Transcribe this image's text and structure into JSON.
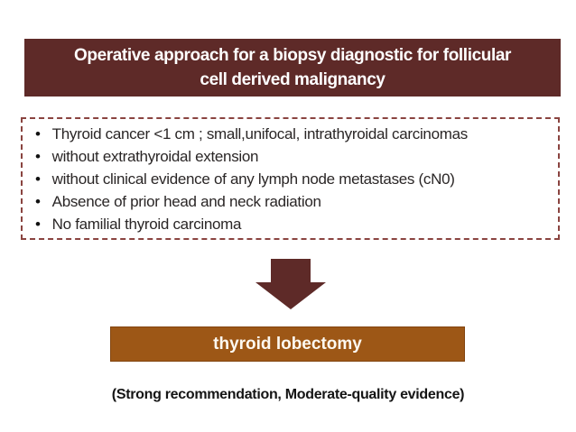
{
  "colors": {
    "background": "#ffffff",
    "maroon": "#5e2a28",
    "dashed-border": "#8a4440",
    "brown": "#9d5716",
    "brown-border": "#824510",
    "text-dark": "#2a2626",
    "bullet-dot": "#111111",
    "title-text": "#ffffff",
    "result-text": "#fdf9f1",
    "footnote-text": "#151515"
  },
  "title": {
    "lines": [
      "Operative approach for a biopsy diagnostic for follicular",
      "cell derived malignancy"
    ]
  },
  "criteria": {
    "bullet_char": "•",
    "items": [
      "Thyroid cancer <1 cm ; small,unifocal, intrathyroidal carcinomas",
      "without extrathyroidal extension",
      "without clinical evidence of any lymph node metastases (cN0)",
      "Absence of prior head and neck radiation",
      "No familial thyroid carcinoma"
    ]
  },
  "result": {
    "label": "thyroid lobectomy"
  },
  "footnote": {
    "text": "(Strong recommendation, Moderate-quality evidence)"
  }
}
